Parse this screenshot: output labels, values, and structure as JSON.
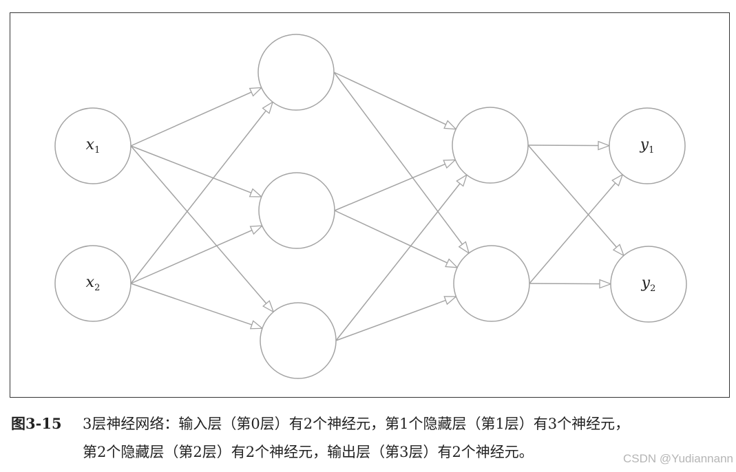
{
  "diagram": {
    "layers": [
      {
        "name": "input",
        "nodes": [
          "x1",
          "x2"
        ]
      },
      {
        "name": "hidden1",
        "nodes": [
          "",
          "",
          ""
        ]
      },
      {
        "name": "hidden2",
        "nodes": [
          "",
          ""
        ]
      },
      {
        "name": "output",
        "nodes": [
          "y1",
          "y2"
        ]
      }
    ],
    "labels": {
      "x1": {
        "var": "x",
        "sub": "1"
      },
      "x2": {
        "var": "x",
        "sub": "2"
      },
      "y1": {
        "var": "y",
        "sub": "1"
      },
      "y2": {
        "var": "y",
        "sub": "2"
      }
    },
    "edge_color": "#a3a3a3",
    "node_color": "#a3a3a3"
  },
  "caption": {
    "figure_number": "图3-15",
    "line1": "3层神经网络：输入层（第0层）有2个神经元，第1个隐藏层（第1层）有3个神经元，",
    "line2": "第2个隐藏层（第2层）有2个神经元，输出层（第3层）有2个神经元。"
  },
  "watermark": "CSDN @Yudiannann"
}
